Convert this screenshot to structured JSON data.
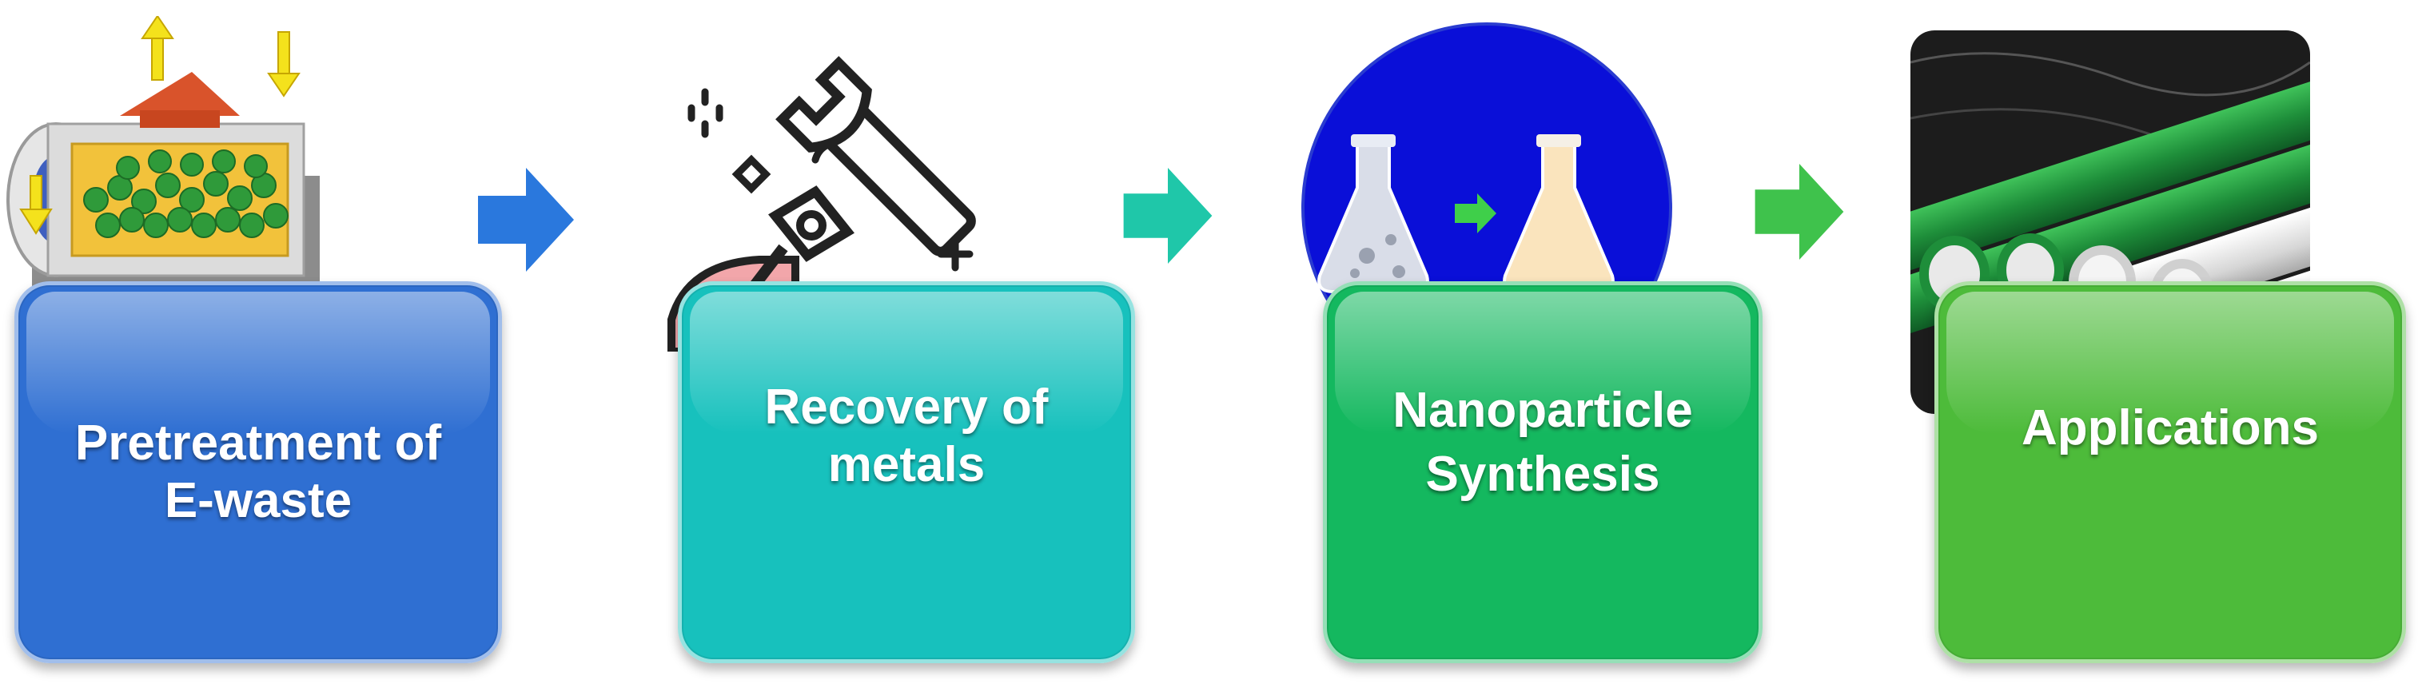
{
  "steps": [
    {
      "label_line1": "Pretreatment of",
      "label_line2": "E-waste",
      "color": "#2f6fd2",
      "illustration": "ball-mill-icon"
    },
    {
      "label_line1": "Recovery of",
      "label_line2": "metals",
      "color": "#17c1bd",
      "illustration": "wrench-tool-icon"
    },
    {
      "label_line1": "Nanoparticle",
      "label_line2": "Synthesis",
      "color": "#14b85f",
      "illustration": "flask-reaction-icon"
    },
    {
      "label_line1": "Applications",
      "label_line2": "",
      "color": "#4dbb3a",
      "illustration": "pipes-photo"
    }
  ],
  "arrows": [
    {
      "color": "#2a78dd",
      "icon": "arrow-right-icon"
    },
    {
      "color": "#1fc7a9",
      "icon": "arrow-right-icon"
    },
    {
      "color": "#3fc24c",
      "icon": "arrow-right-icon"
    }
  ]
}
